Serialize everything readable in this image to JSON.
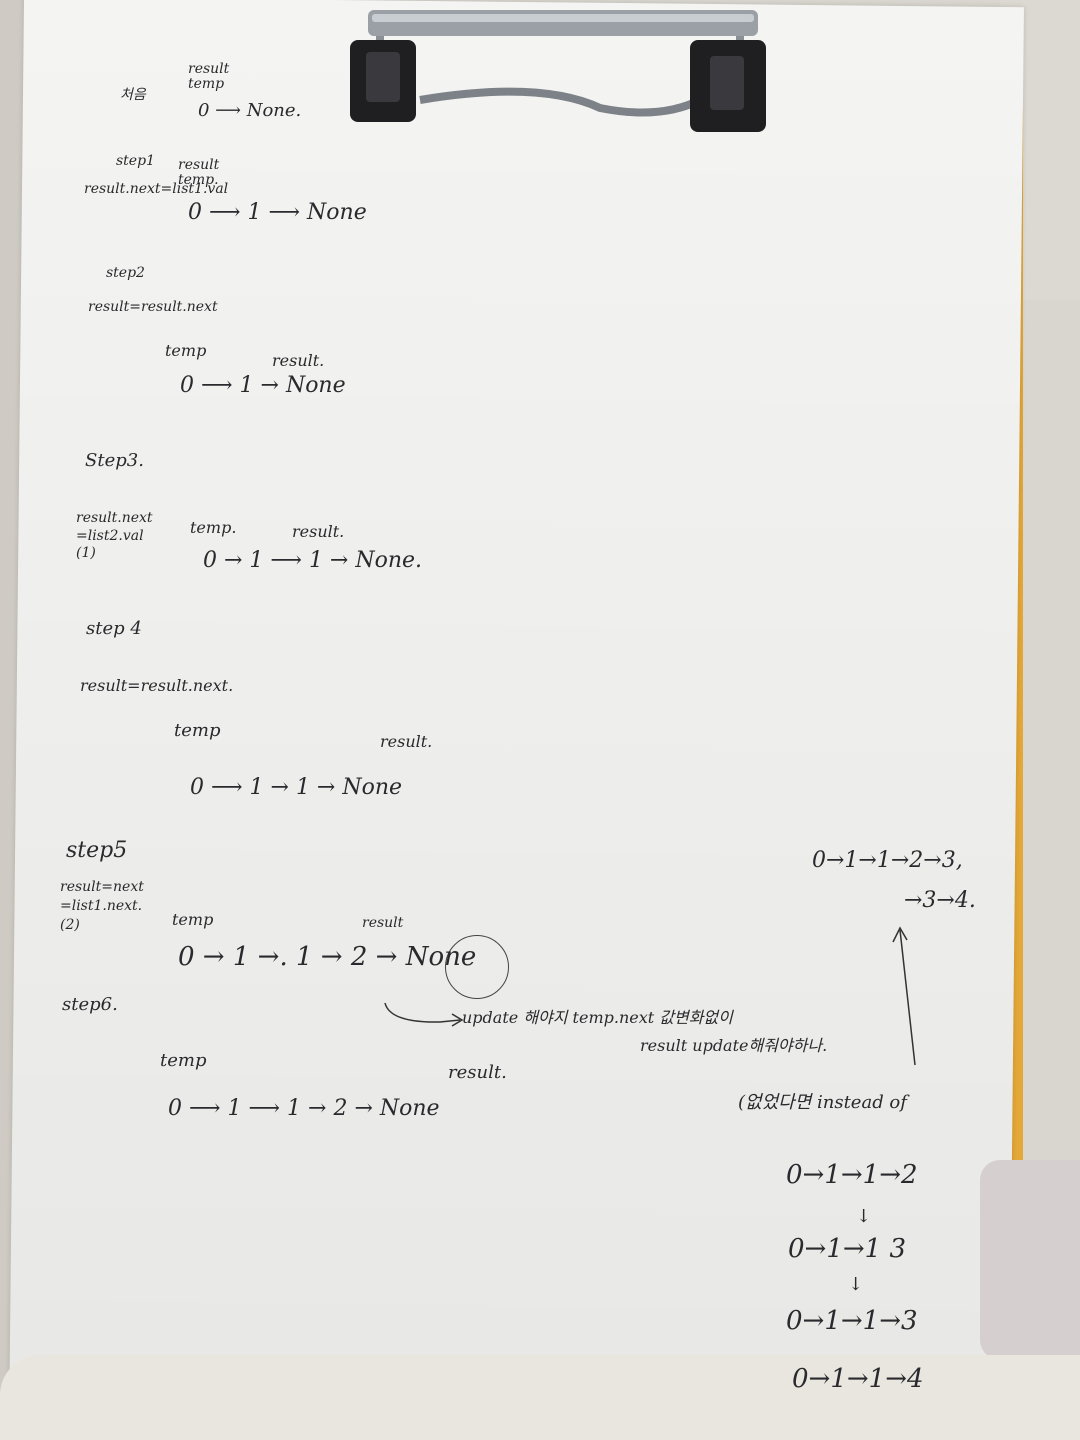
{
  "notes": {
    "init": {
      "label": "처음",
      "pointers": "result\ntemp",
      "chain": "0 ⟶ None."
    },
    "step1": {
      "label": "step1",
      "code": "result.next=list1.val",
      "pointers": "result\ntemp.",
      "chain": "0 ⟶ 1 ⟶ None"
    },
    "step2": {
      "label": "step2",
      "code": "result=result.next",
      "temp": "temp",
      "result": "result.",
      "chain": "0 ⟶ 1 → None"
    },
    "step3": {
      "label": "Step3.",
      "code": "result.next\n=list2.val\n(1)",
      "temp": "temp.",
      "result": "result.",
      "chain": "0 → 1 ⟶ 1 → None."
    },
    "step4": {
      "label": "step 4",
      "code": "result=result.next.",
      "temp": "temp",
      "result": "result.",
      "chain": "0 ⟶ 1 → 1 → None"
    },
    "step5": {
      "label": "step5",
      "code": "result=next\n=list1.next.\n(2)",
      "temp": "temp",
      "result": "result",
      "chain": "0 → 1 →. 1 → 2 → None"
    },
    "step6": {
      "label": "step6.",
      "temp": "temp",
      "result": "result.",
      "chain": "0 ⟶ 1 ⟶ 1 → 2 → None"
    },
    "update_note": "update 해야지 temp.next 값변화없이",
    "update_note2": "result update해줘야하나.",
    "side_result": "0→1→1→2→3,",
    "side_result2": "→3→4.",
    "side_header": "(없었다면 instead of",
    "side_chain1": "0→1→1→2",
    "side_chain2": "0→1→1 3",
    "side_chain3": "0→1→1→3",
    "side_chain4": "0→1→1→4",
    "down_arrow": "↓"
  }
}
